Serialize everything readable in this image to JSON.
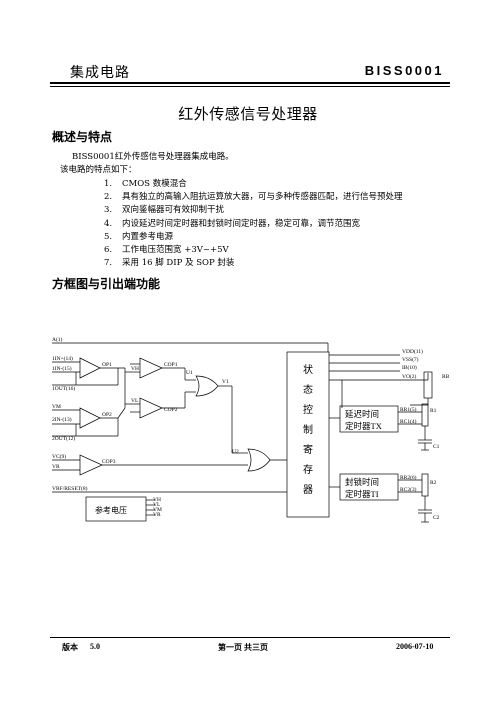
{
  "header": {
    "left": "集成电路",
    "right": "BISS0001"
  },
  "title": "红外传感信号处理器",
  "section1": {
    "heading": "概述与特点",
    "intro": "BISS0001红外传感信号处理器集成电路。",
    "lead": "该电路的特点如下：",
    "items": [
      {
        "num": "1.",
        "text": "CMOS 数模混合"
      },
      {
        "num": "2.",
        "text": "具有独立的高输入阻抗运算放大器，可与多种传感器匹配，进行信号预处理"
      },
      {
        "num": "3.",
        "text": "双向鉴幅器可有效抑制干扰"
      },
      {
        "num": "4.",
        "text": "内设延迟时间定时器和封锁时间定时器，稳定可靠，调节范围宽"
      },
      {
        "num": "5.",
        "text": "内置参考电源"
      },
      {
        "num": "6.",
        "text": "工作电压范围宽 +3V~+5V"
      },
      {
        "num": "7.",
        "text": "采用 16 脚 DIP 及 SOP 封装"
      }
    ]
  },
  "section2": {
    "heading": "方框图与引出端功能"
  },
  "diagram": {
    "pins_left": [
      "A(1)",
      "1IN+(14)",
      "1IN-(15)",
      "1OUT(16)",
      "VM",
      "2IN-(13)",
      "2OUT(12)",
      "VC(9)",
      "VR",
      "VRF/RESET(8)"
    ],
    "pins_right": [
      "VDD(11)",
      "VSS(7)",
      "IB(10)",
      "VO(2)",
      "RR1(5)",
      "RC1(4)",
      "RR2(6)",
      "RC2(3)"
    ],
    "op_labels": [
      "OP1",
      "OP2",
      "COP1",
      "COP2",
      "COP3"
    ],
    "internal": [
      "VH",
      "VL",
      "U1",
      "U2",
      "V1",
      "VH",
      "VL",
      "VM",
      "VR"
    ],
    "state_register": [
      "状",
      "态",
      "控",
      "制",
      "寄",
      "存",
      "器"
    ],
    "timer_tx": [
      "延迟时间",
      "定时器TX"
    ],
    "timer_ti": [
      "封锁时间",
      "定时器TI"
    ],
    "ref_block": "参考电压",
    "components": [
      "RB",
      "R1",
      "C1",
      "R2",
      "C2"
    ]
  },
  "footer": {
    "left_label": "版本",
    "left_value": "5.0",
    "center": "第一页  共三页",
    "right": "2006-07-10"
  }
}
